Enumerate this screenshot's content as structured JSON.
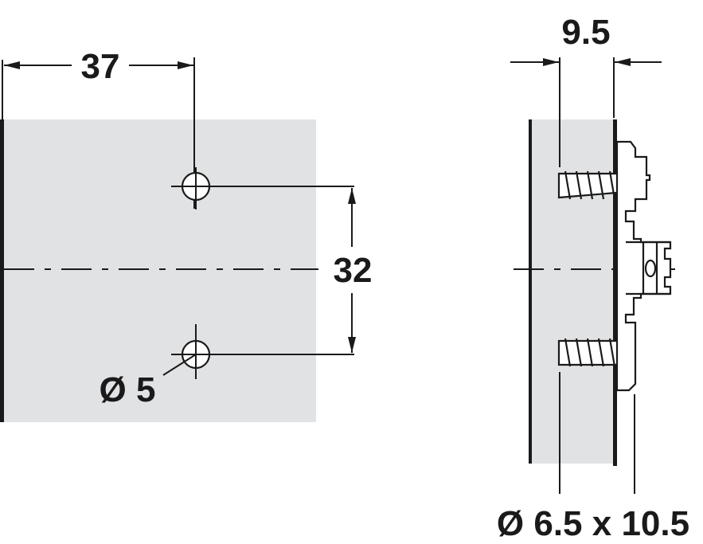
{
  "colors": {
    "panel_fill": "#e1e2e4",
    "line": "#1a1a1a",
    "background": "#ffffff"
  },
  "front_view": {
    "dim_horizontal": {
      "value": "37"
    },
    "dim_vertical": {
      "value": "32"
    },
    "hole_label": {
      "value": "Ø 5"
    },
    "holes": 2,
    "centerline": "dash-dot"
  },
  "side_view": {
    "dim_thickness": {
      "value": "9.5"
    },
    "screw_label": {
      "value": "Ø 6.5 x 10.5"
    },
    "screws": 2
  }
}
